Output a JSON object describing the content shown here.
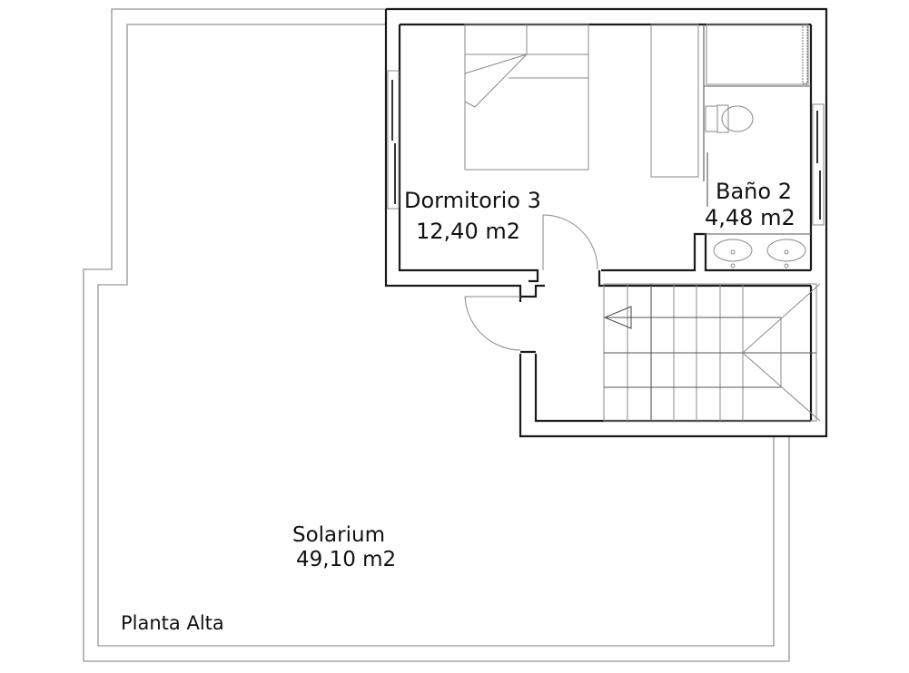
{
  "plan": {
    "title": "Planta Alta",
    "colors": {
      "wall": "#1a1a1a",
      "terrace_wall": "#a8a8a8",
      "fixture": "#888888",
      "background": "#ffffff"
    }
  },
  "rooms": [
    {
      "name": "Dormitorio 3",
      "area": "12,40 m2"
    },
    {
      "name": "Baño 2",
      "area": "4,48 m2"
    },
    {
      "name": "Solarium",
      "area": "49,10 m2"
    }
  ],
  "fixtures": {
    "stair_direction": "left-arrow",
    "icons": [
      "bed-icon",
      "wardrobe-icon",
      "shower-icon",
      "toilet-icon",
      "double-sink-icon",
      "staircase-icon",
      "door-swing-icon",
      "window-icon"
    ]
  }
}
